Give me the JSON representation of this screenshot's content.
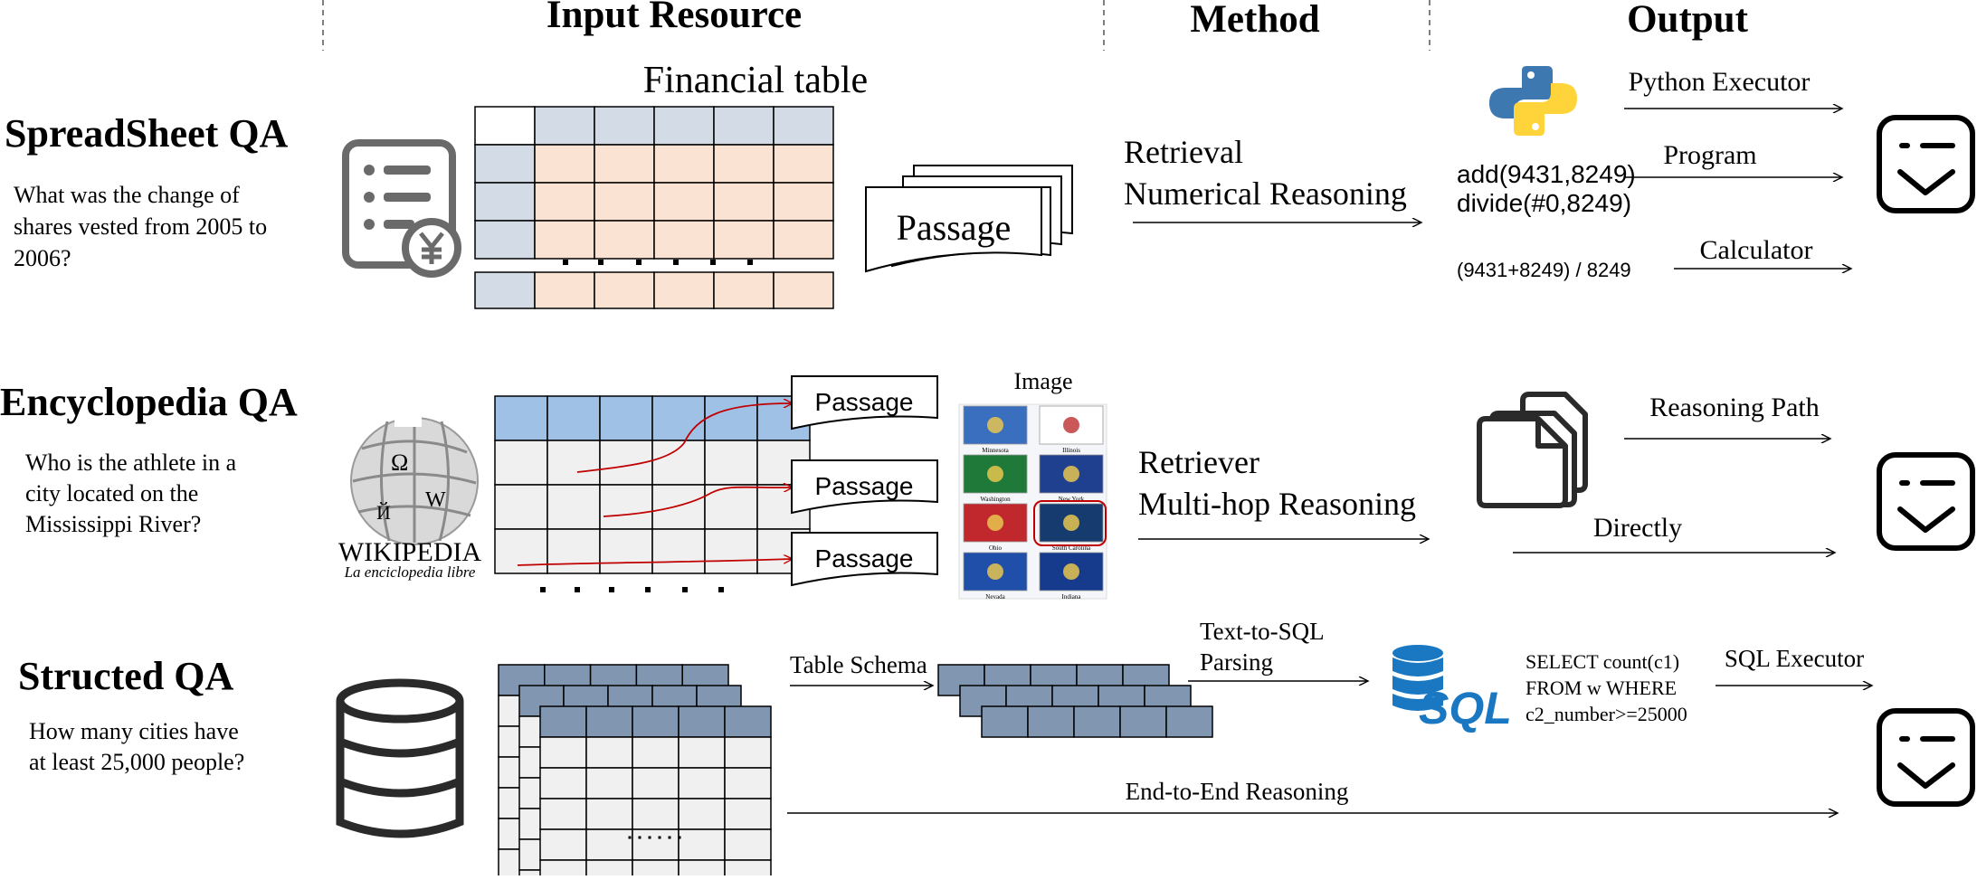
{
  "headers": {
    "input_resource": "Input Resource",
    "method": "Method",
    "output": "Output"
  },
  "rows": {
    "spreadsheet": {
      "title": "SpreadSheet QA",
      "question_lines": [
        "What was the change of",
        "shares vested from 2005 to",
        "2006?"
      ],
      "table_title": "Financial table",
      "passage": "Passage",
      "method_lines": [
        "Retrieval",
        "Numerical Reasoning"
      ],
      "output": {
        "python_executor": "Python Executor",
        "program_label": "Program",
        "program_lines": [
          "add(9431,8249)",
          "divide(#0,8249)"
        ],
        "calculator_label": "Calculator",
        "calculator_expr": "(9431+8249) / 8249"
      }
    },
    "encyclopedia": {
      "title": "Encyclopedia QA",
      "question_lines": [
        "Who is the athlete in a",
        "city located on the",
        "Mississippi River?"
      ],
      "wiki_name": "WIKIPEDIA",
      "wiki_tagline": "La enciclopedia libre",
      "passages": [
        "Passage",
        "Passage",
        "Passage"
      ],
      "image_label": "Image",
      "flags": [
        "Minnesota",
        "Illinois",
        "Washington",
        "New York",
        "Ohio",
        "South Carolina",
        "Nevada",
        "Indiana"
      ],
      "method_lines": [
        "Retriever",
        "Multi-hop Reasoning"
      ],
      "output": {
        "reasoning_path": "Reasoning Path",
        "directly": "Directly"
      }
    },
    "structured": {
      "title": "Structed QA",
      "question_lines": [
        "How many cities have",
        "at least 25,000 people?"
      ],
      "table_schema": "Table Schema",
      "parsing_lines": [
        "Text-to-SQL",
        "Parsing"
      ],
      "sql_logo": "SQL",
      "sql_lines": [
        "SELECT count(c1)",
        "FROM w WHERE",
        "c2_number>=25000"
      ],
      "sql_executor": "SQL Executor",
      "end_to_end": "End-to-End Reasoning"
    }
  },
  "colors": {
    "header_cell": "#d3dbe6",
    "body_cell": "#fbe3d3",
    "wiki_header": "#9fc1e6",
    "grid_cell": "#f0f0f0",
    "schema_header": "#8196b0",
    "link_red": "#c00000",
    "python_blue": "#3e78b0",
    "python_yellow": "#ffd43b",
    "sql_blue": "#1a78c2",
    "icon_gray": "#666666"
  },
  "icons": [
    "financial-document-yen-icon",
    "python-logo-icon",
    "checkmark-box-icon",
    "wikipedia-globe-icon",
    "documents-stack-icon",
    "database-icon",
    "sql-database-icon"
  ]
}
